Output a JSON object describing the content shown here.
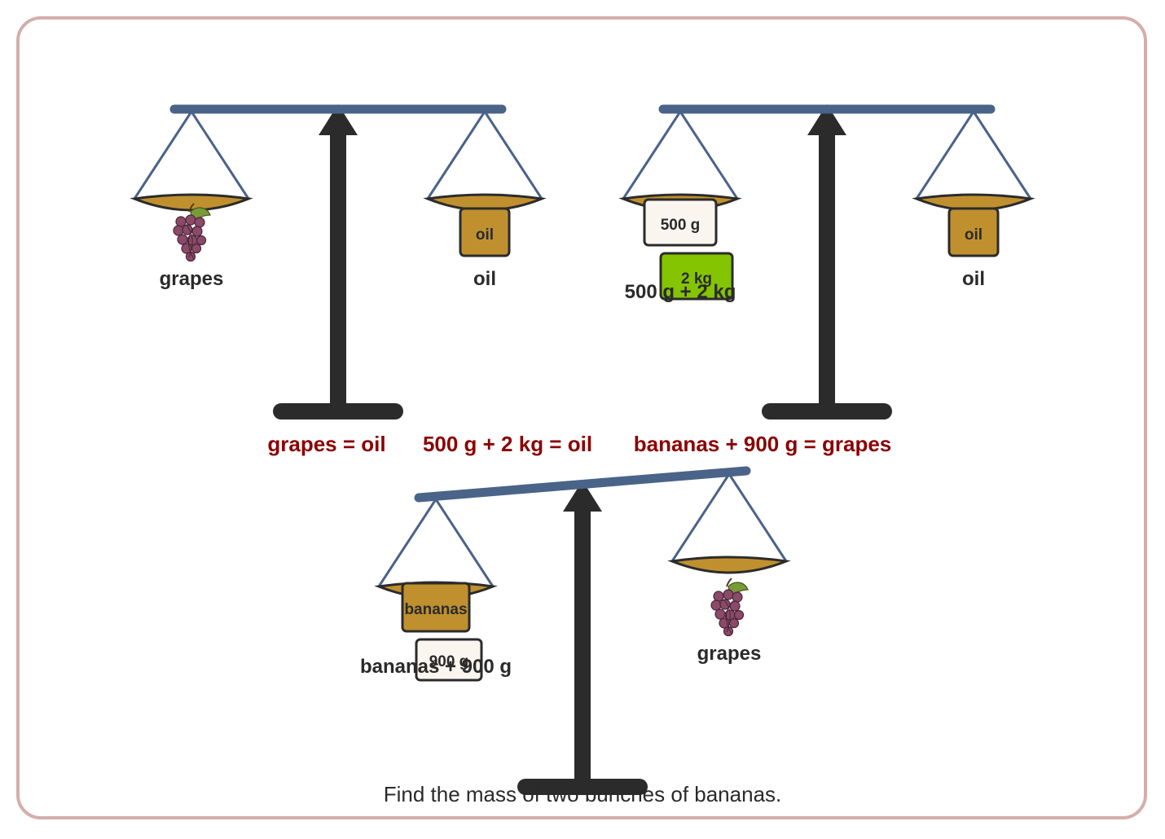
{
  "colors": {
    "beam": "#4a6388",
    "stand": "#2b2b2b",
    "pan": "#c0902f",
    "box_brown": "#c0902f",
    "box_white": "#faf5ef",
    "box_green": "#84c400",
    "equation": "#8b0000",
    "frame": "#d4aeac"
  },
  "scales": [
    {
      "left": {
        "label": "grapes",
        "items": [
          {
            "kind": "icon",
            "icon": "grapes-icon"
          }
        ]
      },
      "right": {
        "label": "oil",
        "items": [
          {
            "kind": "box",
            "text": "oil",
            "color": "brown"
          }
        ]
      }
    },
    {
      "left": {
        "label": "500 g + 2 kg",
        "items": [
          {
            "kind": "box",
            "text": "500 g",
            "color": "white"
          },
          {
            "kind": "box",
            "text": "2 kg",
            "color": "green"
          }
        ]
      },
      "right": {
        "label": "oil",
        "items": [
          {
            "kind": "box",
            "text": "oil",
            "color": "brown"
          }
        ]
      }
    },
    {
      "left": {
        "label": "bananas + 900 g",
        "items": [
          {
            "kind": "box",
            "text": "bananas",
            "color": "brown"
          },
          {
            "kind": "box",
            "text": "900 g",
            "color": "white"
          }
        ]
      },
      "right": {
        "label": "grapes",
        "items": [
          {
            "kind": "icon",
            "icon": "grapes-icon"
          }
        ]
      }
    }
  ],
  "equations": [
    "grapes = oil",
    "500 g + 2 kg = oil",
    "bananas + 900 g = grapes"
  ],
  "question": "Find the mass of two bunches of bananas."
}
